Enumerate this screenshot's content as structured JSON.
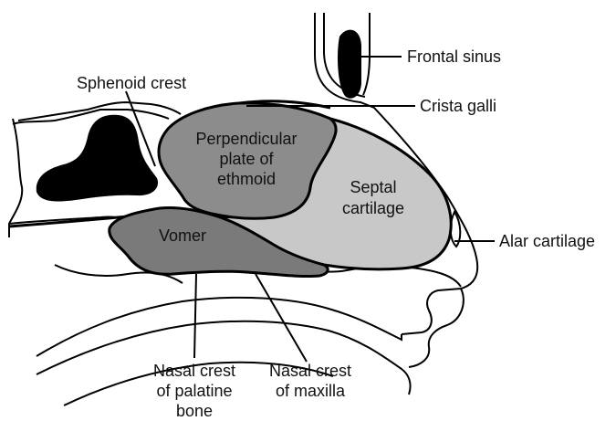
{
  "labels": {
    "frontal_sinus": "Frontal sinus",
    "sphenoid_crest": "Sphenoid crest",
    "crista_galli": "Crista galli",
    "perpendicular_plate": [
      "Perpendicular",
      "plate of",
      "ethmoid"
    ],
    "septal_cartilage": [
      "Septal",
      "cartilage"
    ],
    "vomer": "Vomer",
    "alar_cartilage": "Alar cartilage",
    "nasal_crest_palatine": [
      "Nasal crest",
      "of palatine",
      "bone"
    ],
    "nasal_crest_maxilla": [
      "Nasal crest",
      "of maxilla"
    ]
  },
  "colors": {
    "background": "#ffffff",
    "outline": "#000000",
    "sinus_fill": "#000000",
    "ethmoid_fill": "#8c8c8c",
    "septal_fill": "#c8c8c8",
    "vomer_fill": "#7a7a7a"
  }
}
